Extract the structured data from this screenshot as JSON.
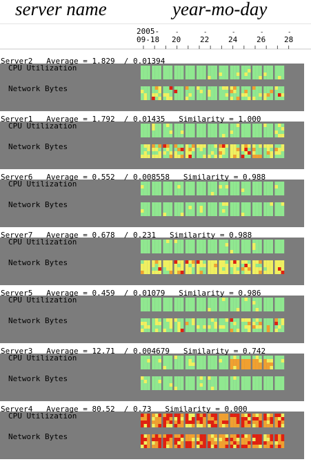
{
  "header": {
    "left_title": "server name",
    "right_title": "year-mo-day"
  },
  "axis": {
    "first_label_top": "2005-",
    "first_label_bottom": "09-18",
    "labels": [
      "20",
      "22",
      "24",
      "26",
      "28"
    ]
  },
  "row_labels": {
    "cpu": "CPU Utilization",
    "network": "Network Bytes"
  },
  "colors": {
    "green": "#90e890",
    "yellow": "#f0f060",
    "orange": "#f0a030",
    "red": "#e02010",
    "panel": "#7c7c7c"
  },
  "servers": [
    {
      "title": "Server2   Average = 1.829  / 0.01394",
      "name": "Server2",
      "average": "1.829 / 0.01394",
      "similarity": null,
      "cpu": "green",
      "network": "green-spotted"
    },
    {
      "title": "Server1   Average = 1.792  / 0.01435   Similarity = 1.000",
      "name": "Server1",
      "average": "1.792 / 0.01435",
      "similarity": "1.000",
      "cpu": "green",
      "network": "yellow-mixed"
    },
    {
      "title": "Server6   Average = 0.552  / 0.008558   Similarity = 0.988",
      "name": "Server6",
      "average": "0.552 / 0.008558",
      "similarity": "0.988",
      "cpu": "green",
      "network": "green"
    },
    {
      "title": "Server7   Average = 0.678  / 0.231   Similarity = 0.988",
      "name": "Server7",
      "average": "0.678 / 0.231",
      "similarity": "0.988",
      "cpu": "green",
      "network": "yellow-red"
    },
    {
      "title": "Server5   Average = 0.459  / 0.01079   Similarity = 0.986",
      "name": "Server5",
      "average": "0.459 / 0.01079",
      "similarity": "0.986",
      "cpu": "green",
      "network": "green-spotted"
    },
    {
      "title": "Server3   Average = 12.71  / 0.004679   Similarity = 0.742",
      "name": "Server3",
      "average": "12.71 / 0.004679",
      "similarity": "0.742",
      "cpu": "green-orange",
      "network": "green"
    },
    {
      "title": "Server4   Average = 80.52  / 0.73   Similarity = 0.000",
      "name": "Server4",
      "average": "80.52 / 0.73",
      "similarity": "0.000",
      "cpu": "red-orange",
      "network": "red-orange"
    }
  ]
}
